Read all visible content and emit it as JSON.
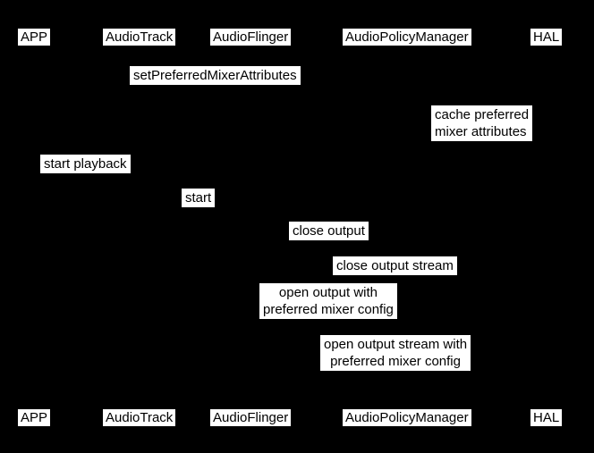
{
  "colors": {
    "background": "#000000",
    "label_box_fill": "#ffffff",
    "label_text": "#000000"
  },
  "diagram": {
    "kind": "sequence-diagram",
    "participants": [
      "APP",
      "AudioTrack",
      "AudioFlinger",
      "AudioPolicyManager",
      "HAL"
    ],
    "messages": [
      {
        "label": "setPreferredMixerAttributes",
        "lines": [
          "setPreferredMixerAttributes"
        ]
      },
      {
        "label": "cache preferred mixer attributes",
        "lines": [
          "cache preferred",
          "mixer attributes"
        ]
      },
      {
        "label": "start playback",
        "lines": [
          "start playback"
        ]
      },
      {
        "label": "start",
        "lines": [
          "start"
        ]
      },
      {
        "label": "close output",
        "lines": [
          "close output"
        ]
      },
      {
        "label": "close output stream",
        "lines": [
          "close output stream"
        ]
      },
      {
        "label": "open output with preferred mixer config",
        "lines": [
          "open output with",
          "preferred mixer config"
        ]
      },
      {
        "label": "open output stream with preferred mixer config",
        "lines": [
          "open output stream with",
          "preferred mixer config"
        ]
      }
    ]
  }
}
